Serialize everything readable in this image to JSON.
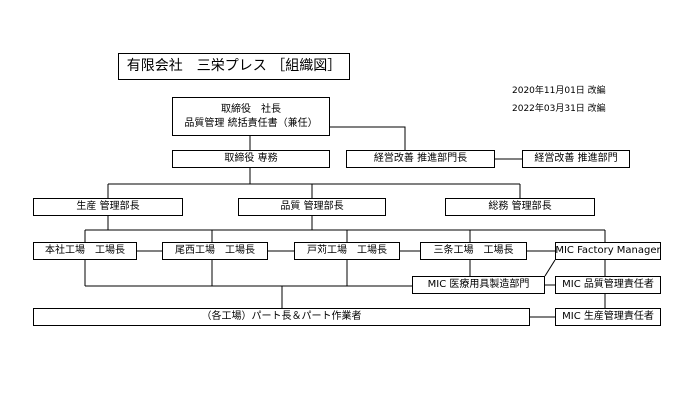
{
  "title": "有限会社　三栄プレス ［組織図］",
  "revisions": [
    "2020年11月01日 改編",
    "2022年03月31日 改編"
  ],
  "boxes": {
    "president": [
      "取締役　社長",
      "品質管理 統括責任書（兼任）"
    ],
    "senmu": "取締役 専務",
    "keiei_head": "経営改善 推進部門長",
    "keiei_dept": "経営改善 推進部門",
    "seisan": "生産 管理部長",
    "hinshitsu": "品質 管理部長",
    "somu": "総務 管理部長",
    "honsha": "本社工場　工場長",
    "biwa": "尾西工場　工場長",
    "todo": "戸苅工場　工場長",
    "sanjo": "三条工場　工場長",
    "mic_fm": "MIC Factory Manager",
    "mic_iryo": "MIC 医療用具製造部門",
    "mic_hinshitsu": "MIC 品質管理責任者",
    "workers": "（各工場）パート長＆パート作業者",
    "mic_seisan": "MIC 生産管理責任者"
  }
}
